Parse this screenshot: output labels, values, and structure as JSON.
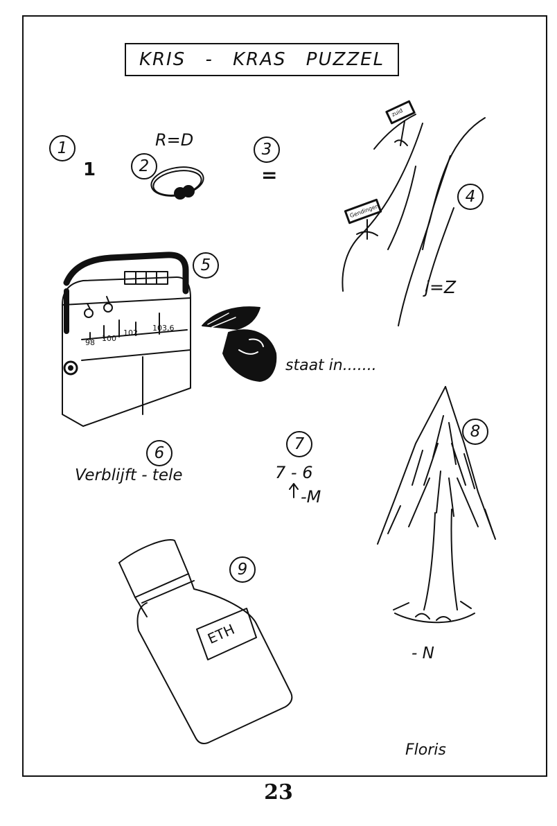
{
  "title": "KRIS - KRAS PUZZEL",
  "clues": {
    "c1": {
      "number": "1",
      "text": "1"
    },
    "c2": {
      "number": "2",
      "text": "R=D"
    },
    "c3": {
      "number": "3",
      "text": "="
    },
    "c4": {
      "number": "4",
      "text": "j=Z"
    },
    "c5": {
      "number": "5",
      "text": "staat in......."
    },
    "c6": {
      "number": "6",
      "text": "Verblijft - tele"
    },
    "c7": {
      "number": "7",
      "line1": "7 - 6",
      "line2": "-M"
    },
    "c8": {
      "number": "8",
      "text": "- N"
    },
    "c9": {
      "number": "9",
      "label": "ETH"
    }
  },
  "radio": {
    "dial": [
      "98",
      "100",
      "102",
      "103,6"
    ]
  },
  "signs": {
    "top": "zuid",
    "bottom": "Gendingen"
  },
  "author": "Floris",
  "page_number": "23"
}
